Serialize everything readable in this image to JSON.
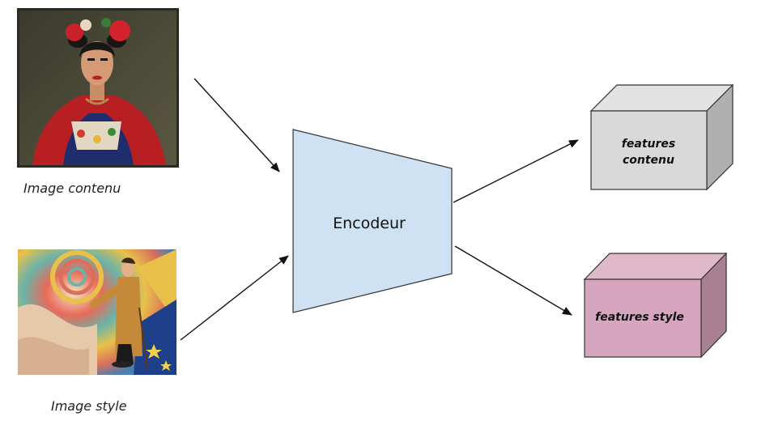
{
  "inputs": {
    "content_caption": "Image contenu",
    "style_caption": "Image style"
  },
  "encoder": {
    "label": "Encodeur",
    "fill": "#cfe2f3"
  },
  "outputs": {
    "content_line1": "features",
    "content_line2": "contenu",
    "style_label": "features style",
    "content_color": "#d9d9d9",
    "style_color": "#d5a6bd"
  }
}
